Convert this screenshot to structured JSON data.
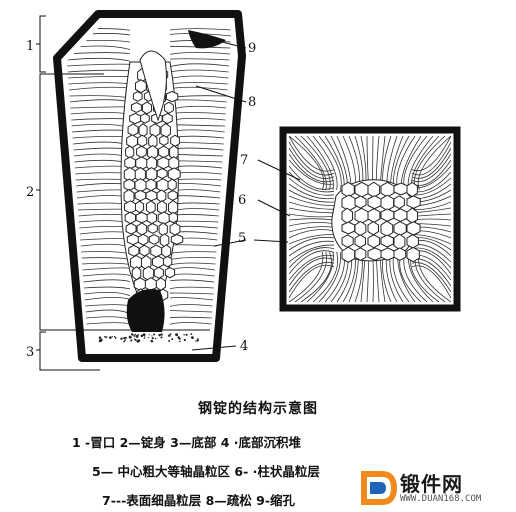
{
  "callouts": {
    "c1": "1",
    "c2": "2",
    "c3": "3",
    "c4": "4",
    "c5": "5",
    "c6": "6",
    "c7": "7",
    "c8": "8",
    "c9": "9"
  },
  "caption": {
    "title": "钢锭的结构示意图",
    "legend_line1": "1 -冒口   2—锭身   3—底部   4 ·底部沉积堆",
    "legend_line2": "5— 中心粗大等轴晶粒区   6- ·柱状晶粒层",
    "legend_line3": "7---表面细晶粒层   8—疏松   9-缩孔"
  },
  "watermark": {
    "brand": "锻件网",
    "url": "WWW.DUAN168.COM",
    "colors": {
      "orange": "#f08a1c",
      "blue": "#1f63b8"
    }
  }
}
